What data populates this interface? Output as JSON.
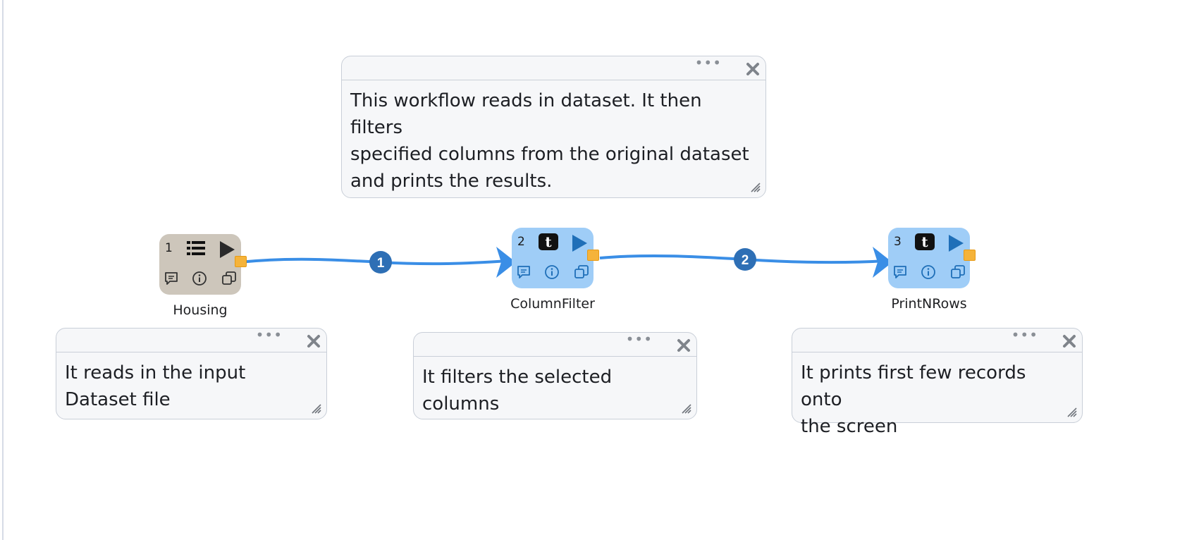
{
  "workflow": {
    "description_note": "This workflow reads in dataset. It then filters\nspecified columns from the original dataset\nand prints the results.",
    "nodes": [
      {
        "number": "1",
        "label": "Housing",
        "note": "It reads in the input\nDataset file",
        "kind": "source"
      },
      {
        "number": "2",
        "label": "ColumnFilter",
        "note": "It filters the selected columns",
        "kind": "process"
      },
      {
        "number": "3",
        "label": "PrintNRows",
        "note": "It prints first few records onto\nthe screen",
        "kind": "process"
      }
    ],
    "links": [
      {
        "label": "1"
      },
      {
        "label": "2"
      }
    ]
  },
  "colors": {
    "source_node": "#cdc6bb",
    "process_node": "#9fcdf7",
    "link": "#3a8ee6",
    "link_badge": "#2e6fb5",
    "output_port": "#f5b33a",
    "note_background": "#f6f7f9"
  },
  "icons": {
    "note_menu": "more-dots-icon",
    "note_close": "close-icon",
    "note_resize": "resize-grip-icon",
    "source_type": "list-icon",
    "process_type": "t-icon",
    "run": "play-icon",
    "comment": "comment-icon",
    "info": "info-icon",
    "duplicate": "copy-icon"
  }
}
